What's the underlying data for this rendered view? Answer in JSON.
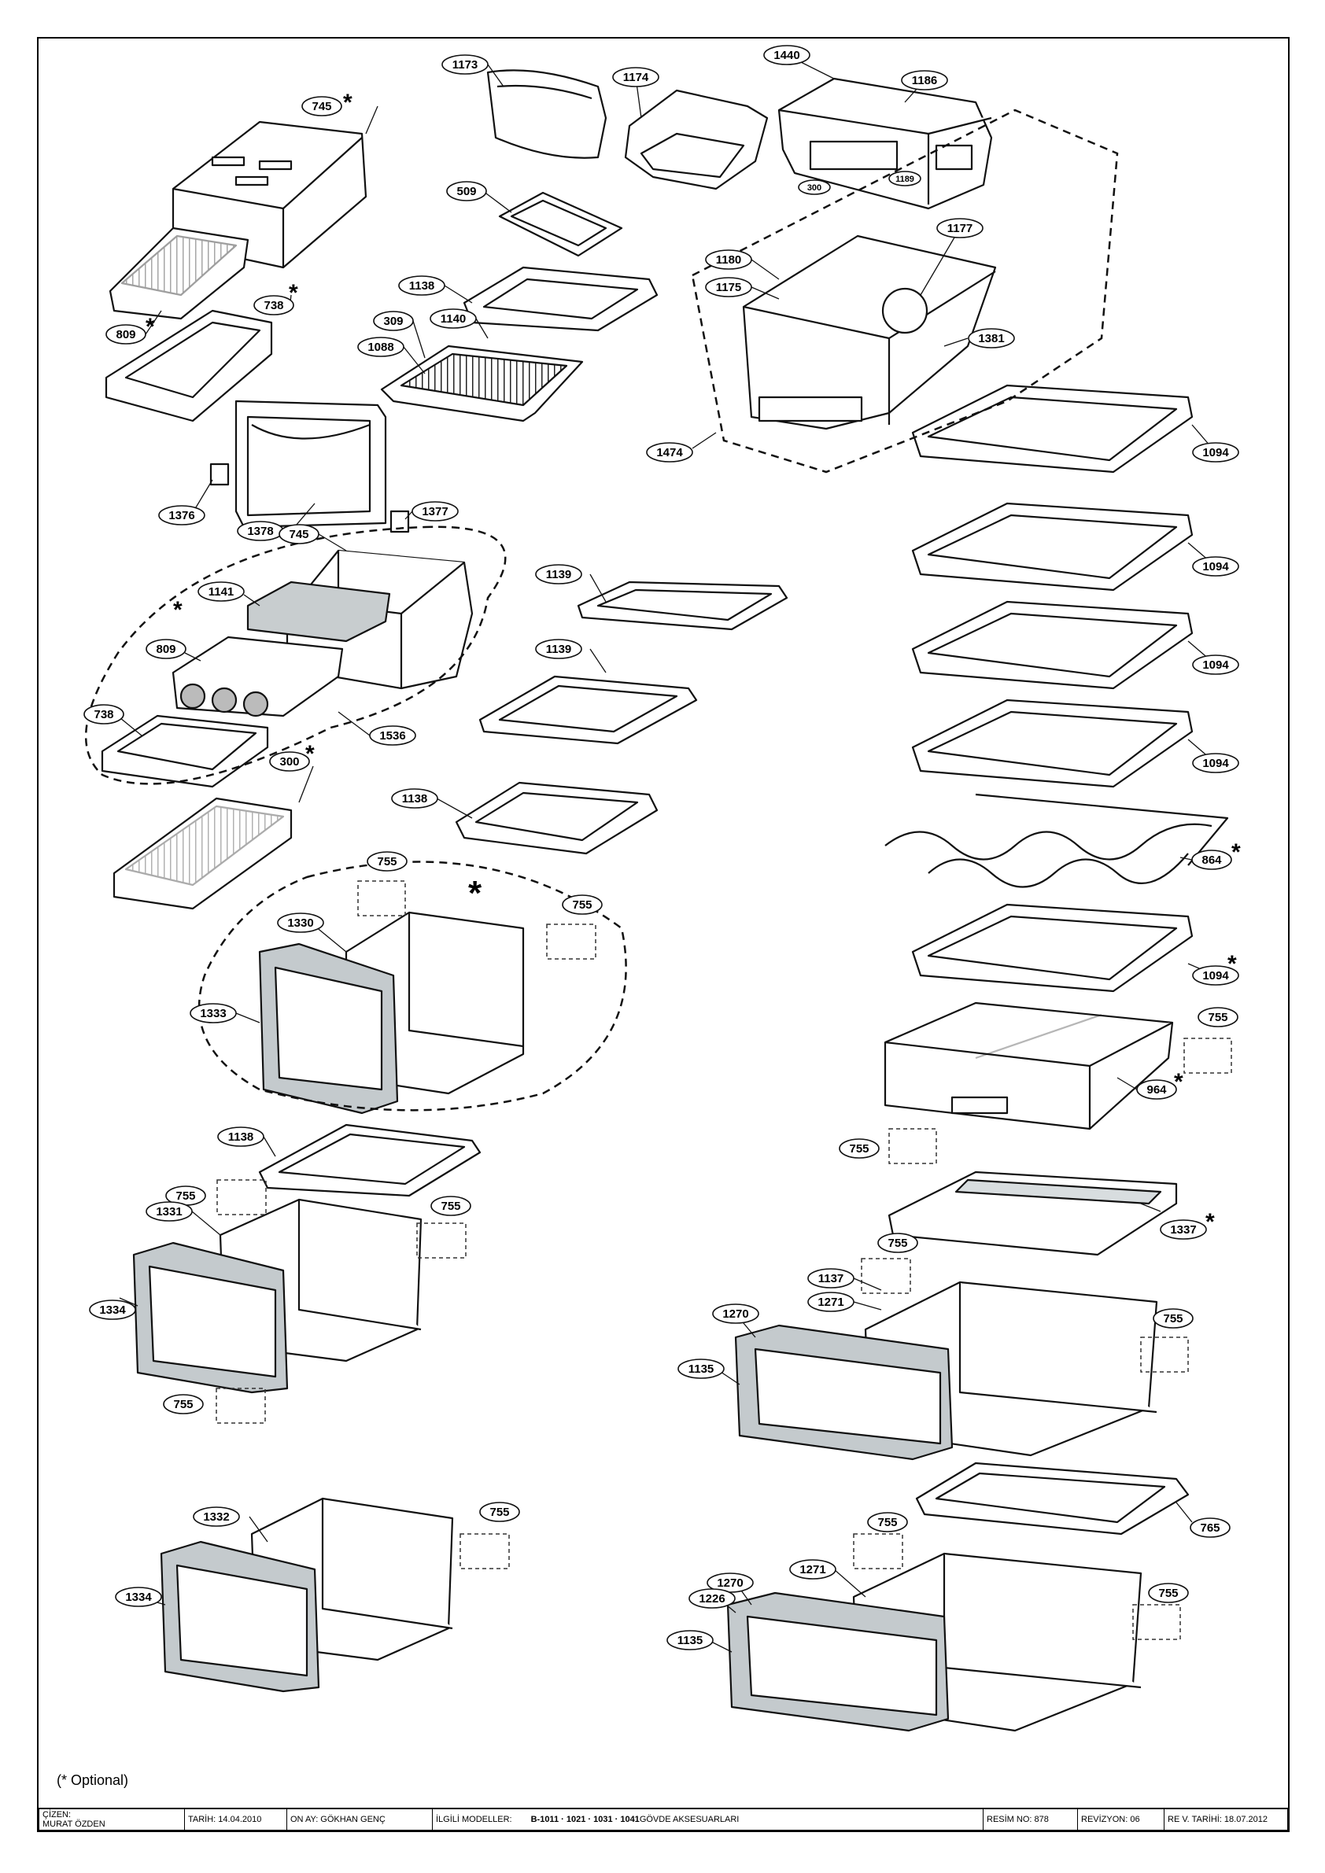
{
  "labels": {
    "l1173": "1173",
    "l1174": "1174",
    "l1440": "1440",
    "l1186": "1186",
    "l300a": "300",
    "l1189": "1189",
    "l745a": "745",
    "l509": "509",
    "l738a": "738",
    "l809a": "809",
    "l1138a": "1138",
    "l1140": "1140",
    "l309": "309",
    "l1088": "1088",
    "l1180": "1180",
    "l1175": "1175",
    "l1177": "1177",
    "l1381": "1381",
    "l1474": "1474",
    "l1094a": "1094",
    "l1376": "1376",
    "l1378": "1378",
    "l1377": "1377",
    "l745b": "745",
    "l1141": "1141",
    "l1139a": "1139",
    "l1094b": "1094",
    "l809b": "809",
    "l1139b": "1139",
    "l1094c": "1094",
    "l738b": "738",
    "l1536": "1536",
    "l1094d": "1094",
    "l300b": "300",
    "l1138b": "1138",
    "l864": "864",
    "l755a": "755",
    "l755b": "755",
    "l1330": "1330",
    "l1333": "1333",
    "l1094e": "1094",
    "l755c": "755",
    "l964": "964",
    "l755d": "755",
    "l1138c": "1138",
    "l755e": "755",
    "l1331": "1331",
    "l755f": "755",
    "l1337": "1337",
    "l755g": "755",
    "l1137": "1137",
    "l1271a": "1271",
    "l1334a": "1334",
    "l1270a": "1270",
    "l755h": "755",
    "l1135a": "1135",
    "l755i": "755",
    "l765": "765",
    "l1332": "1332",
    "l755j": "755",
    "l755k": "755",
    "l1271b": "1271",
    "l1270b": "1270",
    "l1226": "1226",
    "l1334b": "1334",
    "l755l": "755",
    "l1135b": "1135"
  },
  "optional_mark": "*",
  "footnote": "(*  Optional)",
  "title_block": {
    "cizen": "ÇİZEN:",
    "cizen_name": "MURAT ÖZDEN",
    "tarih": "TARİH: 14.04.2010",
    "onay": "ON AY: GÖKHAN GENÇ",
    "ilgili": "İLGİLİ MODELLER:",
    "models": "B-1011 · 1021 · 1031 · 1041",
    "title": " GÖVDE   AKSESUARLARI",
    "resim_no": "RESİM NO: 878",
    "revizyon": "REVİZYON: 06",
    "rev_tarihi": "RE V. TARİHİ: 18.07.2012"
  }
}
